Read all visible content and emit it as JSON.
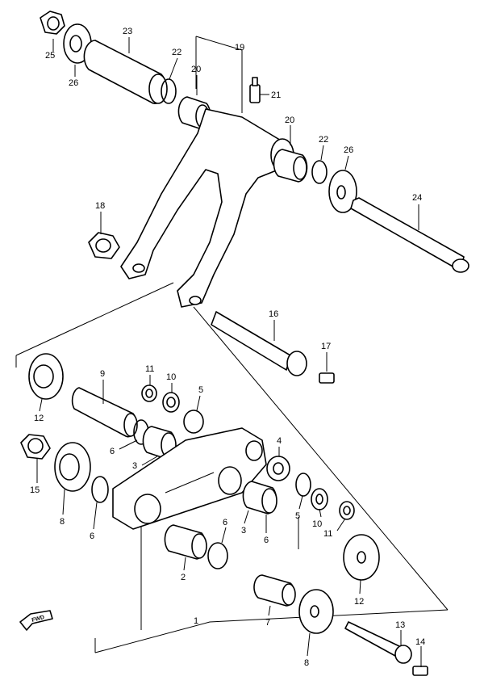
{
  "diagram": {
    "labels": [
      "1",
      "2",
      "3",
      "4",
      "5",
      "6",
      "7",
      "8",
      "9",
      "10",
      "11",
      "12",
      "13",
      "14",
      "15",
      "16",
      "17",
      "18",
      "19",
      "20",
      "21",
      "22",
      "23",
      "24",
      "25",
      "26"
    ],
    "fwd_text": "FWD"
  }
}
